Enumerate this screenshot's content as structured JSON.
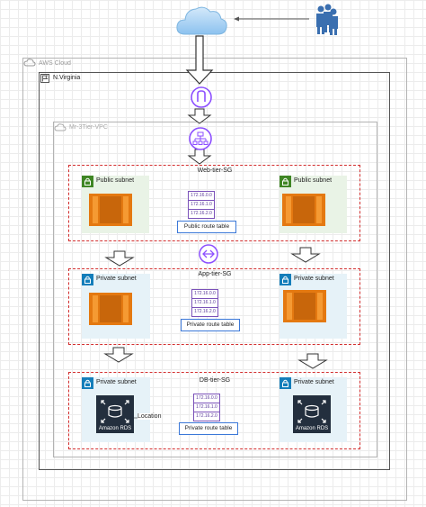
{
  "aws_cloud": {
    "label": "AWS Cloud"
  },
  "region": {
    "label": "N.Virginia"
  },
  "vpc": {
    "label": "Mr-3Tier-VPC"
  },
  "tiers": {
    "web": {
      "sg_label": "Web-tier-SG",
      "left_subnet": "Public subnet",
      "right_subnet": "Public subnet",
      "routes": [
        "172.16.0.0",
        "172.16.1.0",
        "172.16.2.0"
      ],
      "route_table": "Public route table"
    },
    "app": {
      "sg_label": "App-tier-SG",
      "left_subnet": "Private subnet",
      "right_subnet": "Private subnet",
      "routes": [
        "172.16.0.0",
        "172.16.1.0",
        "172.16.2.0"
      ],
      "route_table": "Private route table"
    },
    "db": {
      "sg_label": "DB-tier-SG",
      "left_subnet": "Private subnet",
      "right_subnet": "Private subnet",
      "routes": [
        "172.16.0.0",
        "172.16.1.0",
        "172.16.2.0"
      ],
      "route_table": "Private route table",
      "left_service": "Amazon RDS",
      "right_service": "Amazon RDS",
      "connector_label": "Location"
    }
  },
  "colors": {
    "public_subnet_bg": "#e9f3e6",
    "public_subnet_badge": "#3f8624",
    "private_subnet_bg": "#e6f2f8",
    "private_subnet_badge": "#147eba",
    "security_group_border": "#d32f2f",
    "ec2_orange": "#e47911",
    "icon_purple": "#8c4fff",
    "route_table_border": "#3b78d8"
  },
  "icons": [
    "cloud-icon",
    "users-icon",
    "internet-gateway-icon",
    "load-balancer-icon",
    "ec2-instance-icon",
    "rds-icon",
    "lock-icon"
  ]
}
